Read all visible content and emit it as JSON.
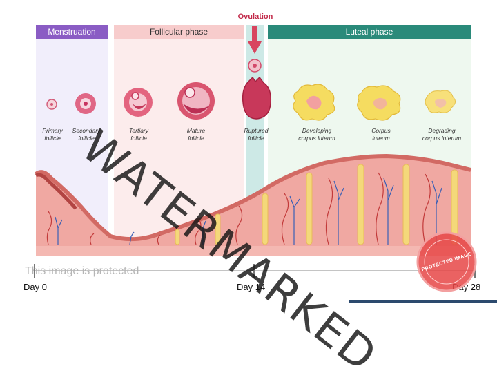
{
  "phases": {
    "menstruation": "Menstruation",
    "follicular": "Follicular phase",
    "ovulation": "Ovulation",
    "luteal": "Luteal phase"
  },
  "stages": [
    {
      "line1": "Primary",
      "line2": "follicle"
    },
    {
      "line1": "Secondary",
      "line2": "follicle"
    },
    {
      "line1": "Tertiary",
      "line2": "follicle"
    },
    {
      "line1": "Mature",
      "line2": "follicle"
    },
    {
      "line1": "Ruptured",
      "line2": "follicle"
    },
    {
      "line1": "Developing",
      "line2": "corpus luteum"
    },
    {
      "line1": "Corpus",
      "line2": "luteum"
    },
    {
      "line1": "Degrading",
      "line2": "corpus  luterum"
    }
  ],
  "timeline": {
    "day_start": "Day 0",
    "day_mid": "Day 14",
    "day_end": "Day 28"
  },
  "watermark": "WATERMARKED",
  "protected_notice": "This image is protected",
  "stamp_text": "PROTECTED IMAGE",
  "colors": {
    "menstruation": "#8a5cc4",
    "follicular_band": "#f7cccc",
    "luteal": "#2a8a7a",
    "ovulation": "#c22a4a",
    "tissue": "#f0a8a2",
    "tissue_dark": "#d26a64",
    "gland": "#f4d87a",
    "vessel": "#3a5fb5"
  }
}
